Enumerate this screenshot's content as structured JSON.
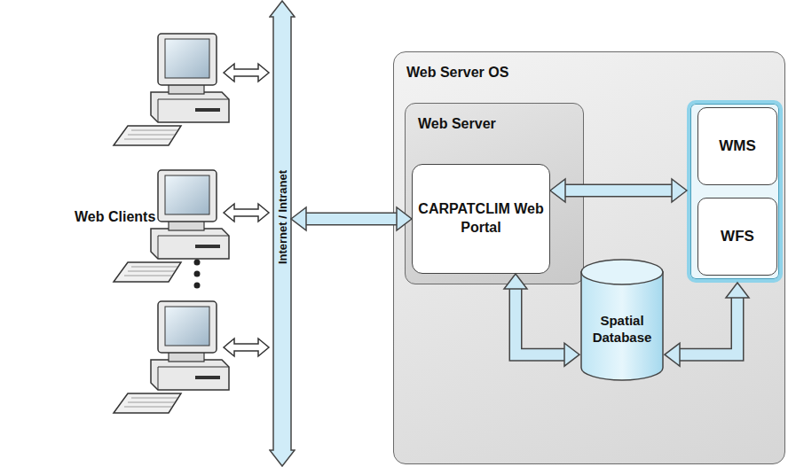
{
  "diagram": {
    "nodes": [
      {
        "text": [
          "Internet / Intranet"
        ]
      },
      {
        "text": [
          "Web Server OS"
        ]
      },
      {
        "text": [
          "Web Server"
        ],
        "in": 1
      },
      {
        "text": [
          "CARPATCLIM Web Portal"
        ],
        "in": 2
      },
      {
        "text": [
          "WMS"
        ],
        "in": 1
      },
      {
        "text": [
          "WFS"
        ],
        "in": 1
      },
      {
        "text": [
          "Spatial Database"
        ],
        "in": 1
      }
    ],
    "edges": [
      {
        "from": 0,
        "to": 3,
        "arrow": "both"
      },
      {
        "from": 3,
        "to": 4,
        "arrow": "both"
      },
      {
        "from": 3,
        "to": 6,
        "arrow": "both"
      },
      {
        "from": 6,
        "to": 5,
        "arrow": "both"
      }
    ],
    "labels": [
      "Web Clients"
    ]
  }
}
